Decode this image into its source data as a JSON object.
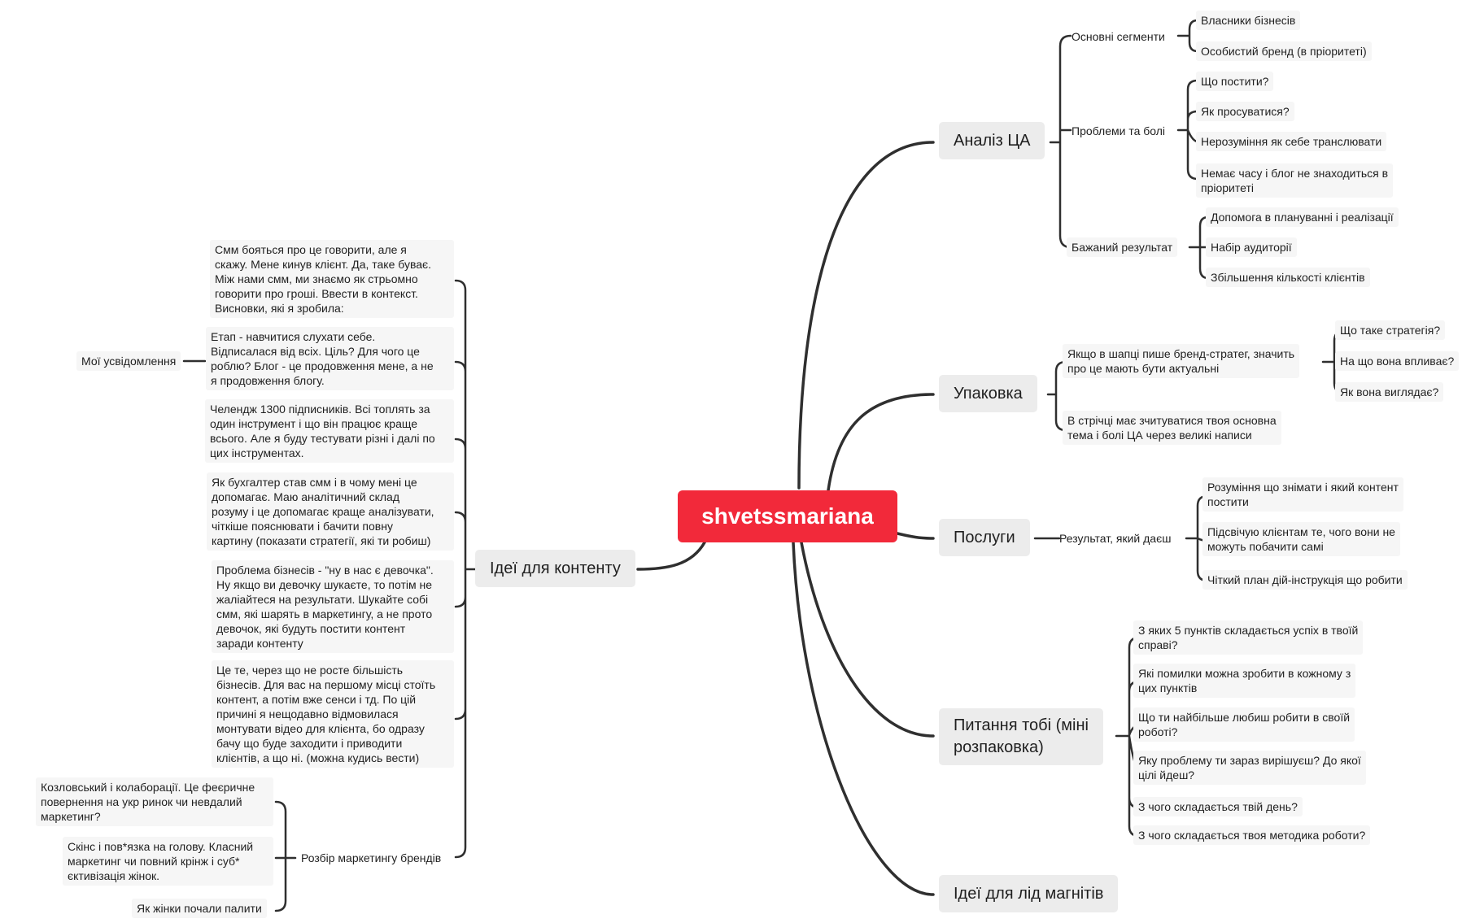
{
  "root": "shvetssmariana",
  "right": {
    "analiz": {
      "label": "Аналіз ЦА",
      "segments": {
        "label": "Основні сегменти",
        "items": [
          "Власники бізнесів",
          "Особистий бренд (в пріоритеті)"
        ]
      },
      "problems": {
        "label": "Проблеми та болі",
        "items": [
          "Що постити?",
          "Як просуватися?",
          "Нерозуміння як себе транслювати",
          "Немає часу і блог не знаходиться в\nпріоритеті"
        ]
      },
      "result": {
        "label": "Бажаний результат",
        "items": [
          "Допомога в плануванні і реалізації",
          "Набір аудиторії",
          "Збільшення кількості клієнтів"
        ]
      }
    },
    "upakovka": {
      "label": "Упаковка",
      "header": {
        "label": "Якщо в шапці пише бренд-стратег, значить\nпро це мають бути актуальні",
        "items": [
          "Що таке стратегія?",
          "На що вона впливає?",
          "Як вона виглядає?"
        ]
      },
      "ribbon": "В стрічці має зчитуватися твоя основна\nтема і болі ЦА через великі написи"
    },
    "poslugy": {
      "label": "Послуги",
      "result": {
        "label": "Результат, який даєш",
        "items": [
          "Розуміння що знімати і який контент\nпостити",
          "Підсвічую клієнтам те, чого вони не\nможуть побачити самі",
          "Чіткий план дій-інструкція що робити"
        ]
      }
    },
    "pytannia": {
      "label": "Питання тобі (міні\nрозпаковка)",
      "items": [
        "З яких 5 пунктів складається успіх в твоїй\nсправі?",
        "Які помилки можна зробити в кожному з\nцих пунктів",
        "Що ти найбільше любиш робити в своїй\nроботі?",
        "Яку проблему ти зараз вирішуєш? До якої\nцілі йдеш?",
        "З чого складається твій день?",
        "З чого складається твоя методика роботи?"
      ]
    },
    "lid": {
      "label": "Ідеї для лід магнітів"
    }
  },
  "left": {
    "content": {
      "label": "Ідеї для контенту",
      "realizations": {
        "label": "Мої усвідомлення",
        "items": [
          "Смм бояться про це говорити, але я\nскажу. Мене кинув клієнт. Да, таке буває.\nМіж нами смм, ми знаємо як стрьомно\nговорити про гроші. Ввести в контекст.\nВисновки, які я зробила:",
          "Етап - навчитися слухати себе.\nВідписалася від всіх. Ціль? Для чого це\nроблю? Блог - це продовження мене, а не\nя продовження блогу.",
          "Челендж 1300 підписників. Всі топлять за\nодин інструмент і що він працює краще\nвсього. Але я буду тестувати різні і далі по\nцих інструментах.",
          "Як бухгалтер став смм і в чому мені це\nдопомагає. Маю аналітичний склад\nрозуму і це допомагає краще аналізувати,\nчіткіше пояснювати і бачити повну\nкартину (показати стратегії, які ти робиш)",
          "Проблема бізнесів - \"ну в нас є девочка\".\nНу якщо ви девочку шукаєте, то потім не\nжаліайтеся на результати. Шукайте собі\nсмм, які шарять в маркетингу, а не прото\nдевочок, які будуть постити контент\nзаради контенту",
          "Це те, через що не росте більшість\nбізнесів. Для вас на першому місці стоїть\nконтент, а потім вже сенси і тд. По цій\nпричині я нещодавно відмовилася\nмонтувати відео для клієнта, бо одразу\nбачу що буде заходити і приводити\nклієнтів, а що ні. (можна кудись вести)"
        ]
      },
      "brands": {
        "label": "Розбір маркетингу брендів",
        "items": [
          "Козловський і колаборації. Це феєричне\nповернення на укр ринок чи невдалий\nмаркетинг?",
          "Скінс і пов*язка на голову. Класний\nмаркетинг чи повний крінж і суб*\nєктивізація жінок.",
          "Як жінки почали палити"
        ]
      }
    }
  }
}
